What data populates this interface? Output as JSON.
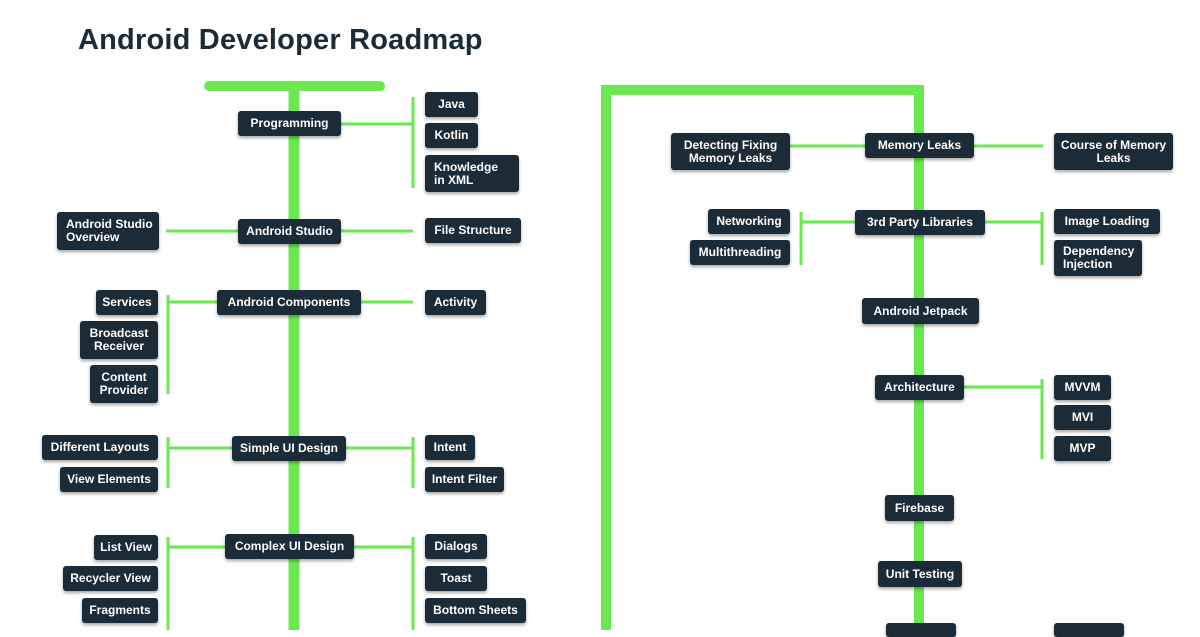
{
  "title": "Android Developer Roadmap",
  "colors": {
    "line": "#6ae84f",
    "node_bg": "#1b2b38",
    "node_text": "#ffffff",
    "title": "#1b2b38"
  },
  "left": {
    "programming": {
      "label": "Programming",
      "children": [
        "Java",
        "Kotlin",
        "Knowledge in XML"
      ]
    },
    "android_studio": {
      "label": "Android Studio",
      "left_child": "Android Studio Overview",
      "right_child": "File Structure"
    },
    "android_components": {
      "label": "Android Components",
      "left_children": [
        "Services",
        "Broadcast Receiver",
        "Content Provider"
      ],
      "right_child": "Activity"
    },
    "simple_ui": {
      "label": "Simple UI Design",
      "left_children": [
        "Different Layouts",
        "View Elements"
      ],
      "right_children": [
        "Intent",
        "Intent Filter"
      ]
    },
    "complex_ui": {
      "label": "Complex UI Design",
      "left_children": [
        "List View",
        "Recycler View",
        "Fragments"
      ],
      "right_children": [
        "Dialogs",
        "Toast",
        "Bottom Sheets"
      ]
    }
  },
  "right": {
    "memory_leaks": {
      "label": "Memory Leaks",
      "left_child": "Detecting Fixing Memory Leaks",
      "right_child": "Course of Memory Leaks"
    },
    "third_party": {
      "label": "3rd Party Libraries",
      "left_children": [
        "Networking",
        "Multithreading"
      ],
      "right_children": [
        "Image Loading",
        "Dependency Injection"
      ]
    },
    "jetpack": {
      "label": "Android Jetpack"
    },
    "architecture": {
      "label": "Architecture",
      "children": [
        "MVVM",
        "MVI",
        "MVP"
      ]
    },
    "firebase": {
      "label": "Firebase"
    },
    "unit_testing": {
      "label": "Unit Testing"
    }
  }
}
